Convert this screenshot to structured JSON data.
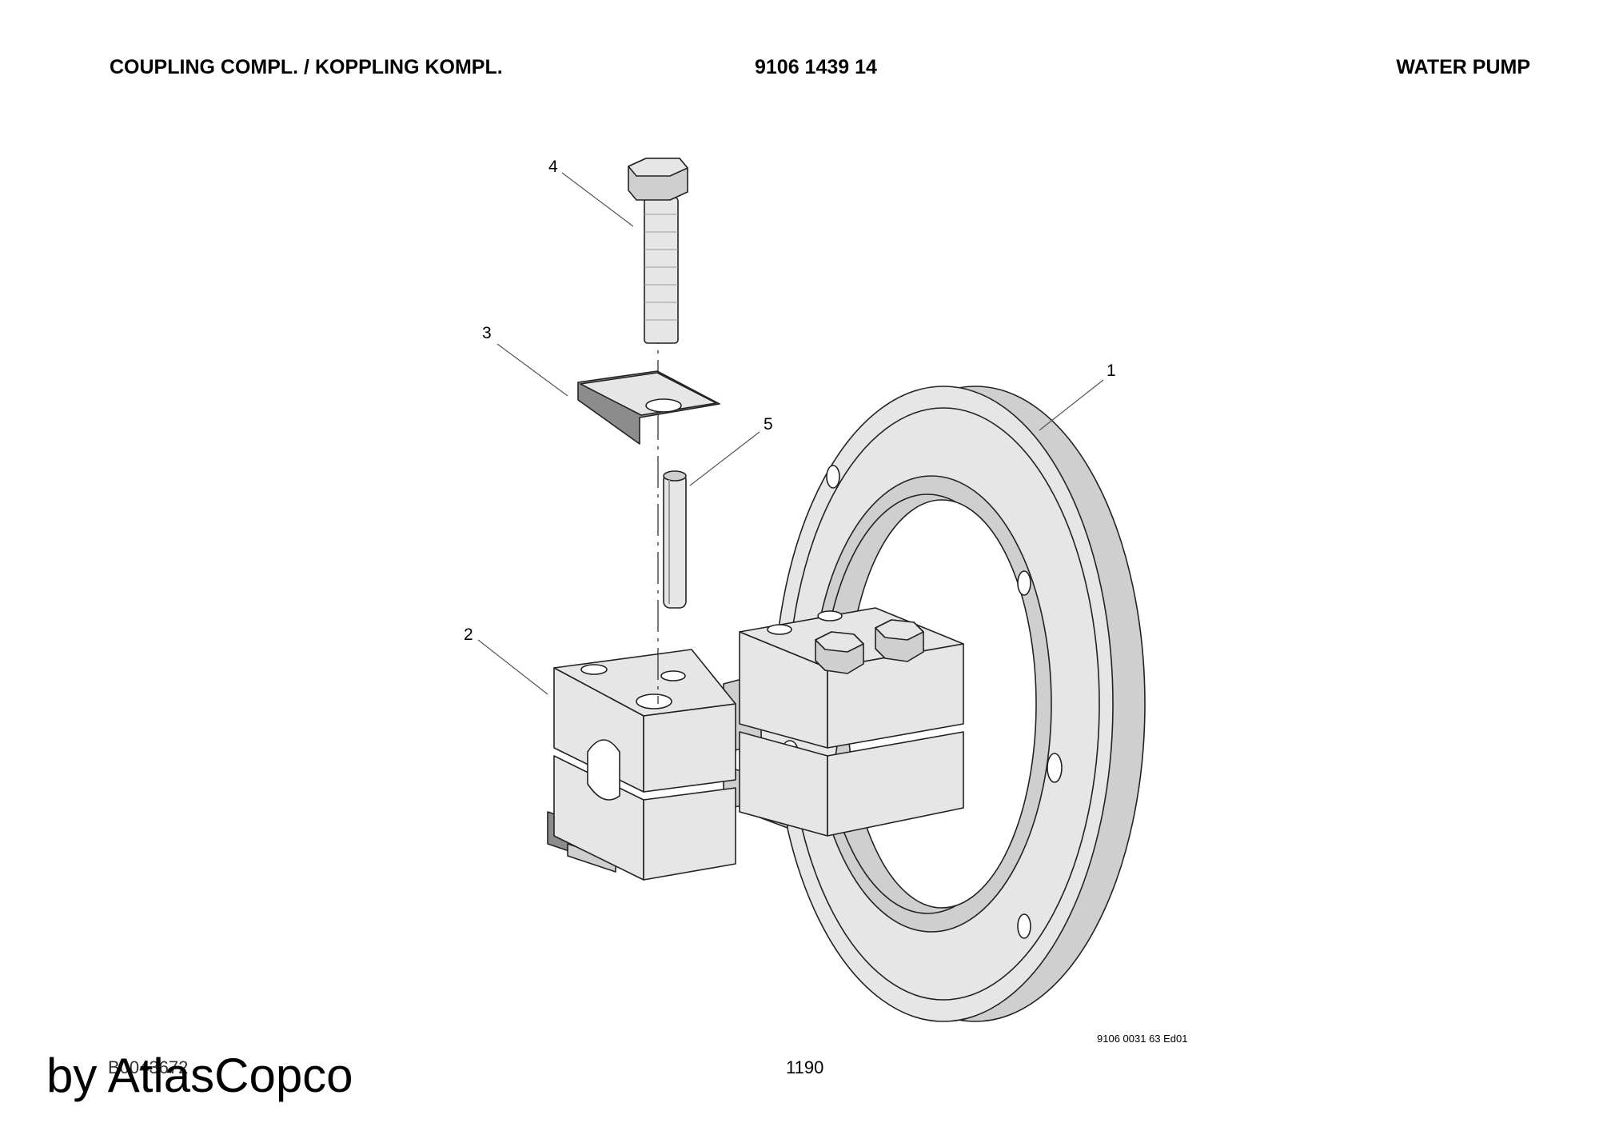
{
  "header": {
    "title": "COUPLING COMPL. / KOPPLING KOMPL.",
    "part_number": "9106 1439 14",
    "section": "WATER PUMP"
  },
  "callouts": [
    "1",
    "2",
    "3",
    "4",
    "5"
  ],
  "footer": {
    "drawing_number": "9106 0031 63 Ed01",
    "page_number": "1190",
    "figure_ref": "B0043672",
    "watermark": "by AtlasCopco"
  }
}
